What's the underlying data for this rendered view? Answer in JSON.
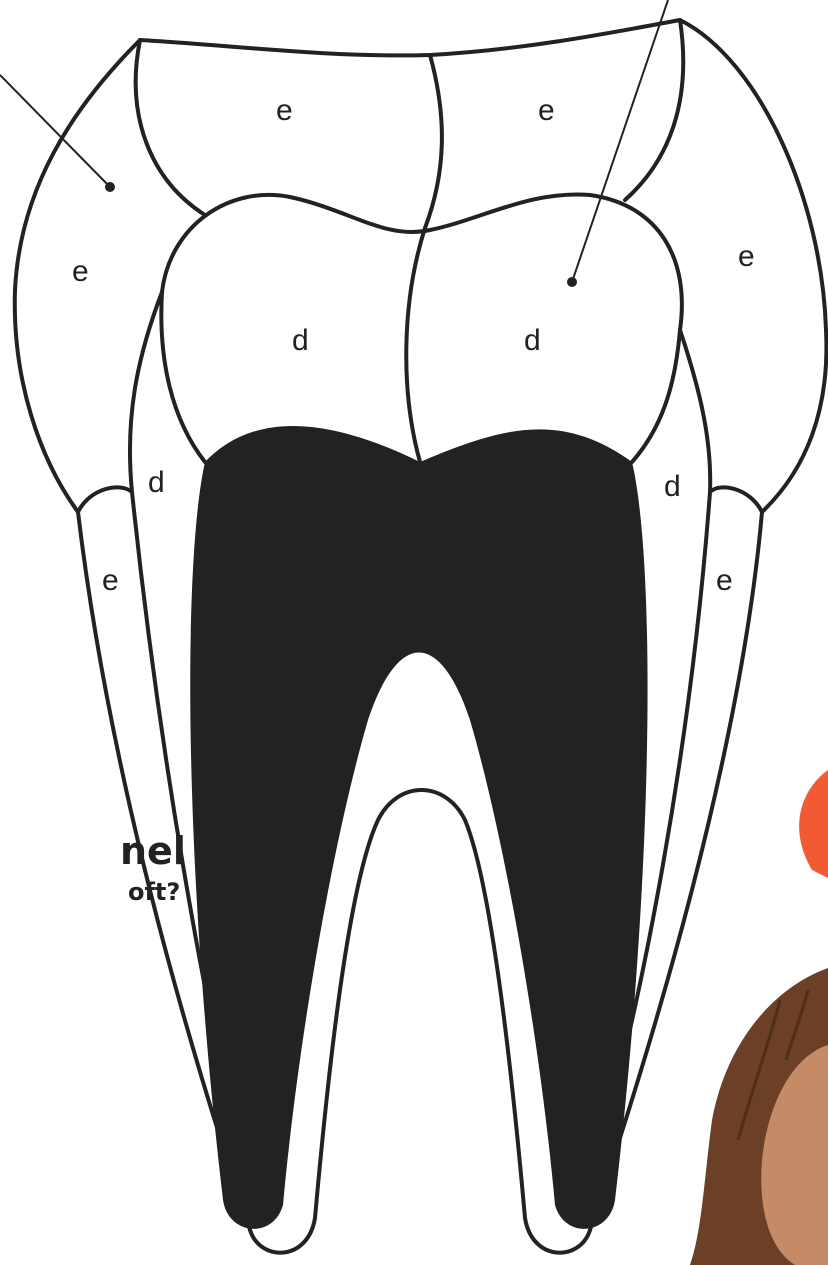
{
  "diagram": {
    "labels": {
      "enamel": "e",
      "dentin": "d"
    },
    "caption_fragment_title": "nel",
    "caption_fragment_sub": "oft?"
  },
  "colors": {
    "outline": "#222222",
    "pulp": "#222222",
    "background": "#ffffff",
    "accent": "#f15a34",
    "hair": "#6b4026",
    "skin": "#c58a66"
  },
  "icons": {
    "photo": "child-photo"
  }
}
